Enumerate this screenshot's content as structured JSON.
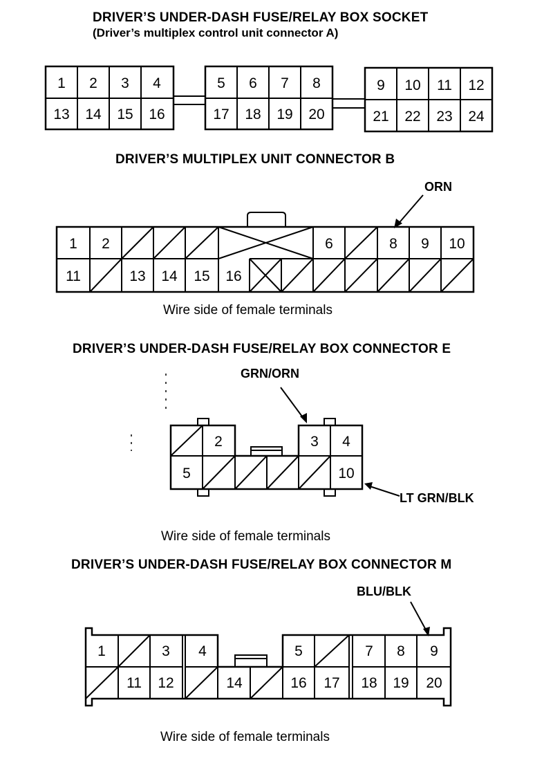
{
  "socket_a": {
    "title": "DRIVER’S UNDER-DASH FUSE/RELAY BOX SOCKET",
    "subtitle": "(Driver’s multiplex control unit connector A)",
    "terminals": [
      "1",
      "2",
      "3",
      "4",
      "13",
      "14",
      "15",
      "16",
      "5",
      "6",
      "7",
      "8",
      "17",
      "18",
      "19",
      "20",
      "9",
      "10",
      "11",
      "12",
      "21",
      "22",
      "23",
      "24"
    ]
  },
  "connector_b": {
    "title": "DRIVER’S MULTIPLEX UNIT CONNECTOR B",
    "wire_label": "ORN",
    "terminals": [
      "1",
      "2",
      "6",
      "8",
      "9",
      "10",
      "11",
      "13",
      "14",
      "15",
      "16"
    ],
    "caption": "Wire side of female terminals"
  },
  "connector_e": {
    "title": "DRIVER’S UNDER-DASH FUSE/RELAY BOX CONNECTOR E",
    "wire_label_top": "GRN/ORN",
    "wire_label_right": "LT GRN/BLK",
    "terminals": [
      "2",
      "3",
      "4",
      "5",
      "10"
    ],
    "caption": "Wire side of female terminals"
  },
  "connector_m": {
    "title": "DRIVER’S UNDER-DASH FUSE/RELAY BOX CONNECTOR M",
    "wire_label": "BLU/BLK",
    "terminals": [
      "1",
      "3",
      "4",
      "5",
      "7",
      "8",
      "9",
      "11",
      "12",
      "14",
      "16",
      "17",
      "18",
      "19",
      "20"
    ],
    "caption": "Wire side of female terminals"
  }
}
